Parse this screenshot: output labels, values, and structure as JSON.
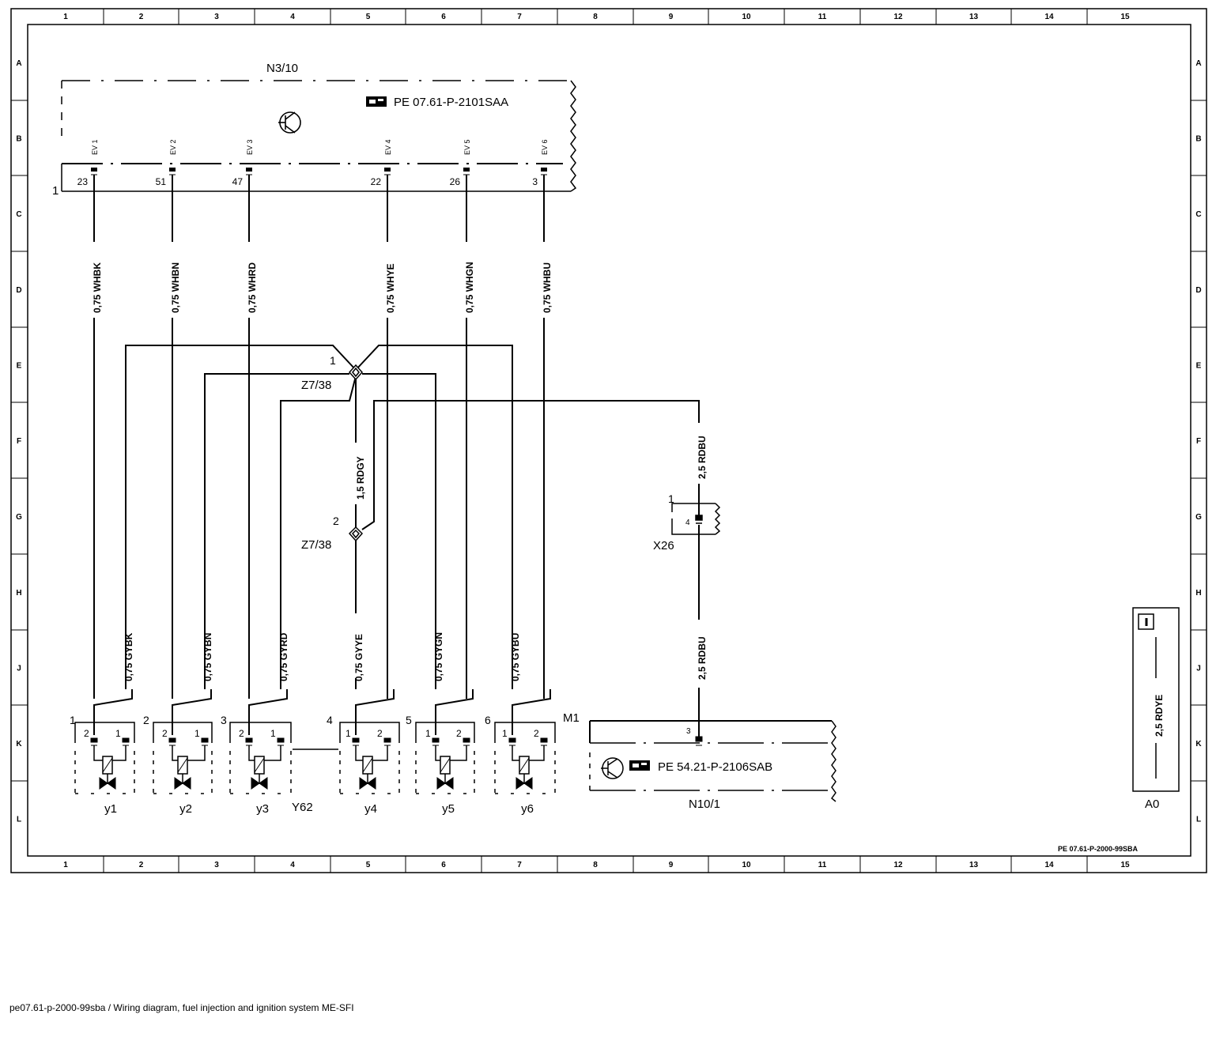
{
  "caption": "pe07.61-p-2000-99sba / Wiring diagram, fuel injection and ignition system ME-SFI",
  "doc_code": "PE 07.61-P-2000-99SBA",
  "grid": {
    "columns": [
      "1",
      "2",
      "3",
      "4",
      "5",
      "6",
      "7",
      "8",
      "9",
      "10",
      "11",
      "12",
      "13",
      "14",
      "15"
    ],
    "rows": [
      "A",
      "B",
      "C",
      "D",
      "E",
      "F",
      "G",
      "H",
      "J",
      "K",
      "L"
    ]
  },
  "control_unit": {
    "name": "N3/10",
    "reference": "PE 07.61-P-2101SAA",
    "connector": "1",
    "pins": [
      {
        "signal": "EV 1",
        "pin": "23",
        "wire": "0,75 WHBK"
      },
      {
        "signal": "EV 2",
        "pin": "51",
        "wire": "0,75 WHBN"
      },
      {
        "signal": "EV 3",
        "pin": "47",
        "wire": "0,75 WHRD"
      },
      {
        "signal": "EV 4",
        "pin": "22",
        "wire": "0,75 WHYE"
      },
      {
        "signal": "EV 5",
        "pin": "26",
        "wire": "0,75 WHGN"
      },
      {
        "signal": "EV 6",
        "pin": "3",
        "wire": "0,75 WHBU"
      }
    ]
  },
  "splice": {
    "name": "Z7/38",
    "pin_top": "1",
    "pin_bottom": "2",
    "wire_between": "1,5 RDGY"
  },
  "connector_x26": {
    "name": "X26",
    "connector": "1",
    "pin": "4"
  },
  "relay_module": {
    "name": "N10/1",
    "reference": "PE 54.21-P-2106SAB",
    "pin": "3",
    "wire_in": "2,5 RDBU",
    "wire_top": "2,5 RDBU"
  },
  "injectors": {
    "group": "Y62",
    "connector": "M1",
    "valves": [
      {
        "id": "y1",
        "num": "1",
        "pin_left": "2",
        "pin_right": "1",
        "supply_wire": "0,75 GYBK"
      },
      {
        "id": "y2",
        "num": "2",
        "pin_left": "2",
        "pin_right": "1",
        "supply_wire": "0,75 GYBN"
      },
      {
        "id": "y3",
        "num": "3",
        "pin_left": "2",
        "pin_right": "1",
        "supply_wire": "0,75 GYRD"
      },
      {
        "id": "y4",
        "num": "4",
        "pin_left": "1",
        "pin_right": "2",
        "supply_wire": "0,75 GYYE"
      },
      {
        "id": "y5",
        "num": "5",
        "pin_left": "1",
        "pin_right": "2",
        "supply_wire": "0,75 GYGN"
      },
      {
        "id": "y6",
        "num": "6",
        "pin_left": "1",
        "pin_right": "2",
        "supply_wire": "0,75 GYBU"
      }
    ]
  },
  "info_box": {
    "wire": "2,5 RDYE",
    "label": "A0"
  }
}
